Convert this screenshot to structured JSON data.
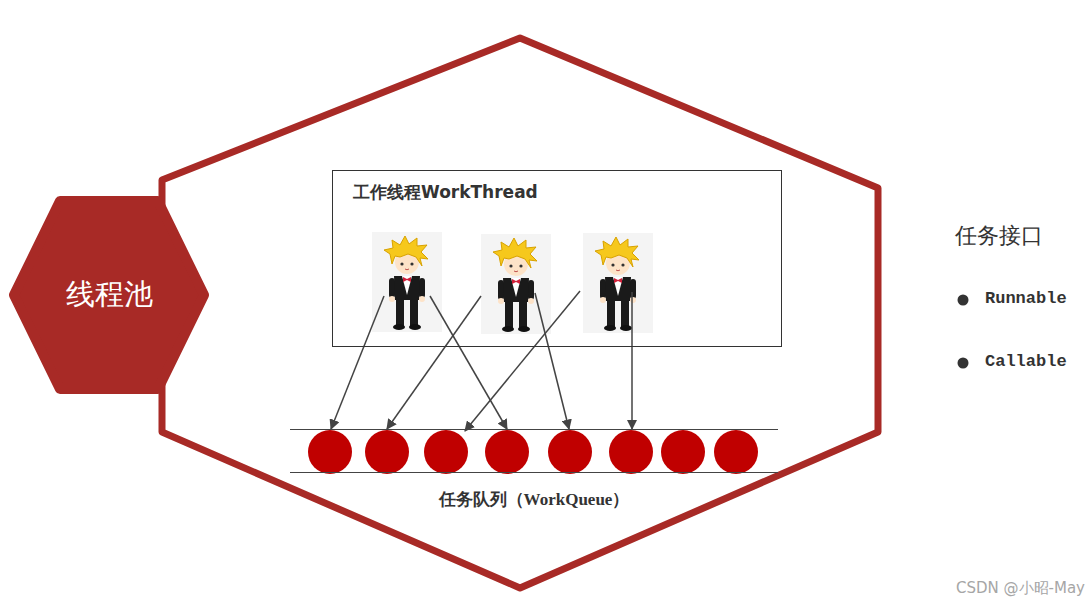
{
  "diagram": {
    "nodes": [
      {
        "text": [
          "线程池"
        ]
      },
      {
        "text": [
          "工作线程WorkThread"
        ]
      },
      {
        "text": [
          "任务队列（WorkQueue）"
        ]
      }
    ],
    "labels": [
      "任务接口",
      "Runnable",
      "Callable",
      "CSDN @小昭-May"
    ]
  }
}
